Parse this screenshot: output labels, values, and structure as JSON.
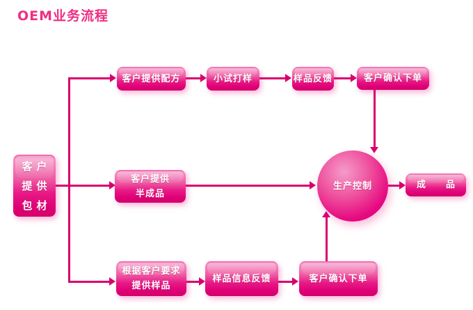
{
  "title": "OEM业务流程",
  "colors": {
    "background": "#ffffff",
    "title_text": "#ee2f82",
    "node_text": "#ffffff",
    "node_pink_light": "#f490c2",
    "node_pink": "#e81a86",
    "node_pink_dark": "#d40069",
    "arrow": "#d8006e"
  },
  "flowchart": {
    "left": {
      "lines": [
        "客户",
        "提供",
        "包材"
      ]
    },
    "top_row": [
      {
        "label": "客户提供配方"
      },
      {
        "label": "小试打样"
      },
      {
        "label": "样品反馈"
      },
      {
        "label": "客户确认下单"
      }
    ],
    "middle_row": {
      "source": {
        "lines": [
          "客户提供",
          "半成品"
        ]
      },
      "hub": {
        "label": "生产控制"
      },
      "output": {
        "label": "成　品"
      }
    },
    "bottom_row": [
      {
        "lines": [
          "根据客户要求",
          "提供样品"
        ]
      },
      {
        "label": "样品信息反馈"
      },
      {
        "label": "客户确认下单"
      }
    ]
  }
}
